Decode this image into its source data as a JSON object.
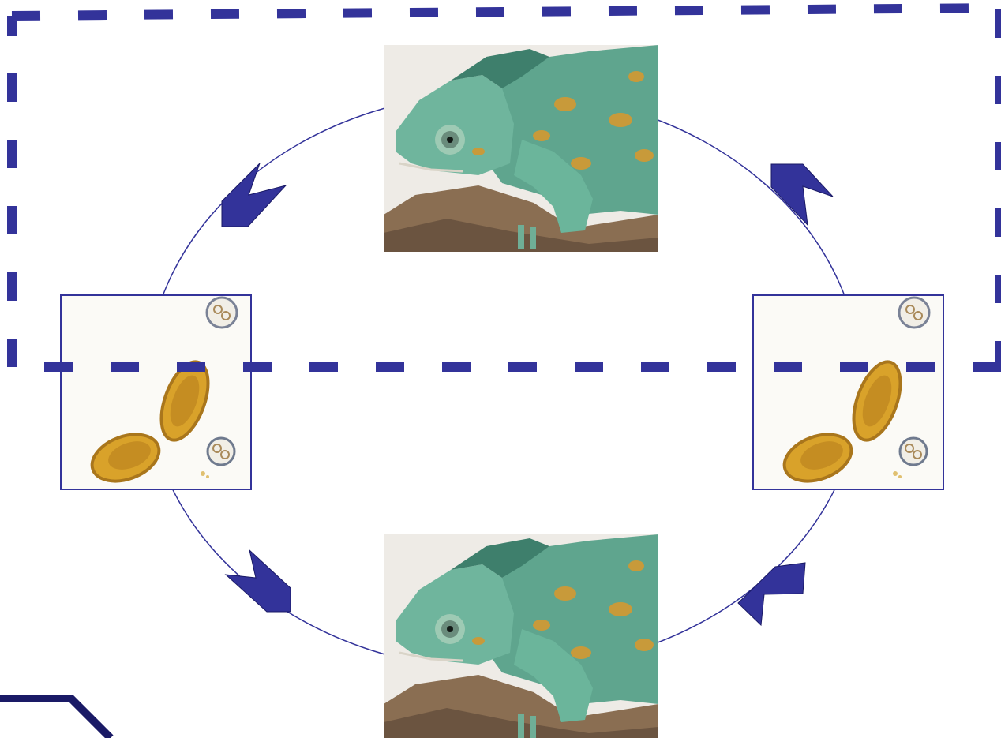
{
  "diagram": {
    "type": "cycle",
    "colors": {
      "accent": "#33339a",
      "accent_dark": "#1a1a66",
      "lizard_body": "#5fa58e",
      "lizard_dark": "#3e7f6c",
      "lizard_spots": "#c89a3a",
      "branch": "#8a6e52",
      "egg": "#d9a22a",
      "egg_dark": "#a9761c",
      "photo_bg": "#eeebe6"
    },
    "nodes": [
      {
        "id": "host-top",
        "image": "chameleon-photo"
      },
      {
        "id": "eggs-right",
        "image": "parasite-eggs-micrograph"
      },
      {
        "id": "host-bottom",
        "image": "chameleon-photo"
      },
      {
        "id": "eggs-left",
        "image": "parasite-eggs-micrograph"
      }
    ],
    "arrows": [
      "arrow-top-left",
      "arrow-bottom-left",
      "arrow-bottom-right",
      "arrow-top-right"
    ],
    "highlight_region": "dashed-box-top",
    "corner_decoration": "corner-hexagon-icon"
  }
}
